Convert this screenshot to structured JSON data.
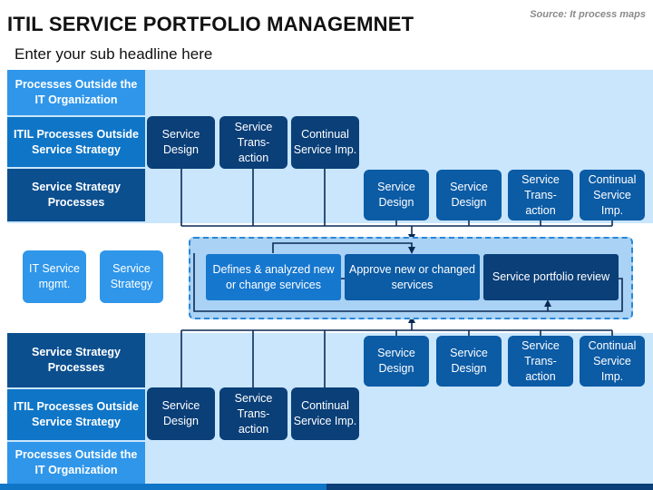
{
  "header": {
    "title": "ITIL SERVICE PORTFOLIO MANAGEMNET",
    "subtitle": "Enter your sub headline here",
    "source": "Source: It process maps"
  },
  "top_section": {
    "row_labels": [
      "Processes Outside the IT Organization",
      "ITIL Processes Outside Service Strategy",
      "Service Strategy Processes"
    ],
    "outside_strategy_boxes": [
      "Service Design",
      "Service Trans- action",
      "Continual Service Imp."
    ],
    "strategy_boxes": [
      "Service Design",
      "Service Design",
      "Service Trans- action",
      "Continual Service Imp."
    ]
  },
  "middle_section": {
    "left_boxes": [
      "IT Service mgmt.",
      "Service Strategy"
    ],
    "steps": [
      "Defines & analyzed new or change services",
      "Approve new or changed services",
      "Service portfolio review"
    ]
  },
  "bottom_section": {
    "row_labels": [
      "Service Strategy Processes",
      "ITIL Processes Outside Service Strategy",
      "Processes Outside the IT Organization"
    ],
    "strategy_boxes": [
      "Service Design",
      "Service Design",
      "Service Trans- action",
      "Continual Service Imp."
    ],
    "outside_strategy_boxes": [
      "Service Design",
      "Service Trans- action",
      "Continual Service Imp."
    ]
  },
  "colors": {
    "band": "#c9e6fd",
    "navy": "#0a3f78",
    "blue": "#0b5ba5",
    "sky": "#2f96ea",
    "panel": "#a9d2f5"
  }
}
